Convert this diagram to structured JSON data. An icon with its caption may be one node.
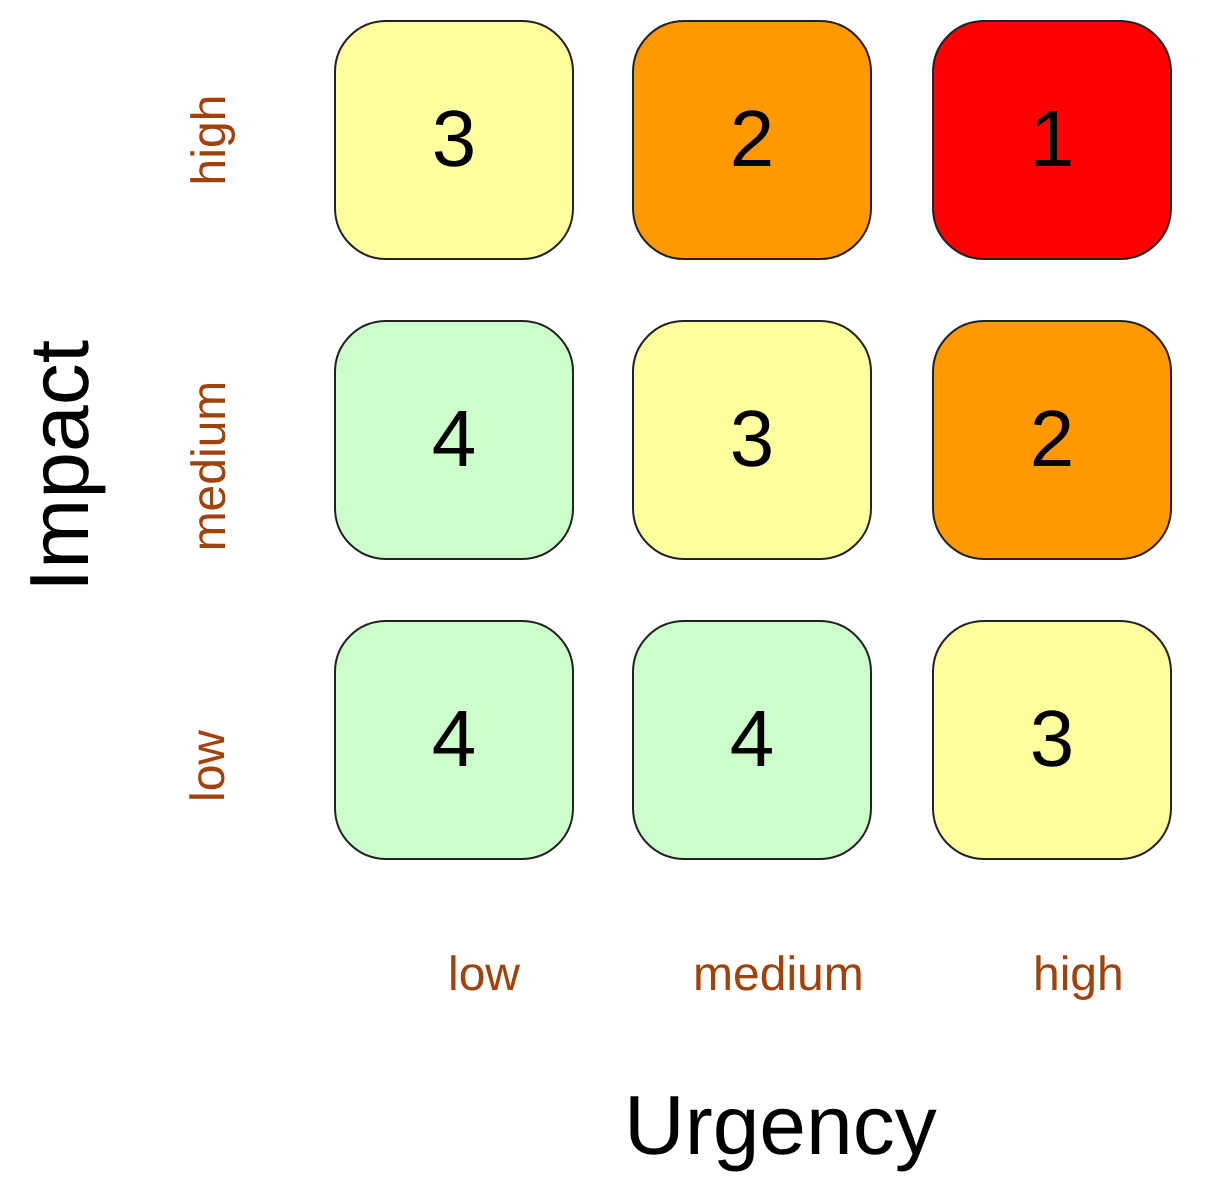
{
  "diagram": {
    "nodes": [
      {
        "text": [
          "3"
        ]
      },
      {
        "text": [
          "2"
        ]
      },
      {
        "text": [
          "1"
        ]
      },
      {
        "text": [
          "4"
        ]
      },
      {
        "text": [
          "3"
        ]
      },
      {
        "text": [
          "2"
        ]
      },
      {
        "text": [
          "4"
        ]
      },
      {
        "text": [
          "4"
        ]
      },
      {
        "text": [
          "3"
        ]
      }
    ],
    "labels": [
      "high",
      "Impact",
      "medium",
      "low",
      "low",
      "medium",
      "high",
      "Urgency"
    ]
  }
}
